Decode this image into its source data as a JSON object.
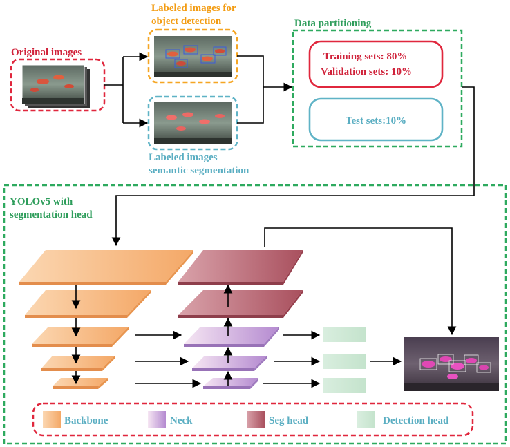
{
  "top": {
    "original_title": "Original images",
    "od_title_1": "Labeled images for",
    "od_title_2": "object detection",
    "seg_title_1": "Labeled images",
    "seg_title_2": "semantic segmentation",
    "partition_title": "Data partitioning",
    "training": "Training sets: 80%",
    "validation": "Validation sets: 10%",
    "test": "Test sets:10%"
  },
  "model": {
    "title_1": "YOLOv5 with",
    "title_2": "segmentation head"
  },
  "legend": {
    "backbone": "Backbone",
    "neck": "Neck",
    "seg_head": "Seg head",
    "detection_head": "Detection head"
  },
  "colors": {
    "red_dash": "#e0273d",
    "orange_dash": "#f5a623",
    "blue_dash": "#5fb3c6",
    "green_dash": "#2eaa5f",
    "orange_text": "#f39c12",
    "blue_text": "#5aaec2",
    "green_text": "#2e9d5b",
    "red_text": "#d0223a",
    "backbone": "#f6b27a",
    "neck": "#c9a3dc",
    "seg": "#b8606d",
    "detection": "#cde8d3"
  }
}
